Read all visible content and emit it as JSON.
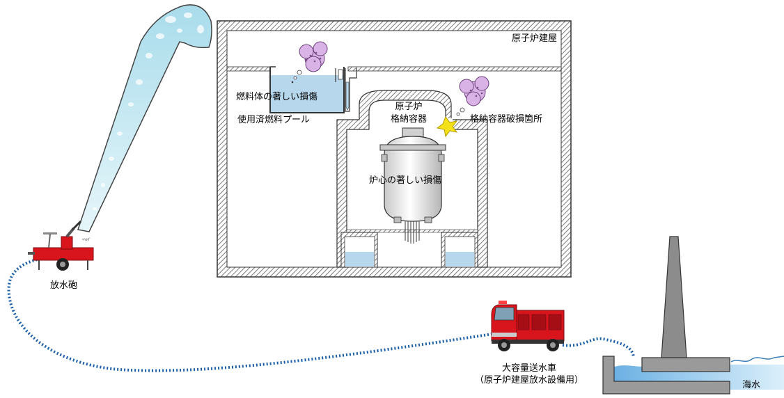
{
  "labels": {
    "reactor_building": "原子炉建屋",
    "fuel_damage": "燃料体の著しい損傷",
    "spent_fuel_pool": "使用済燃料プール",
    "containment_line1": "原子炉",
    "containment_line2": "格納容器",
    "containment_breach": "格納容器破損箇所",
    "core_damage": "炉心の著しい損傷",
    "water_cannon": "放水砲",
    "pump_truck_line1": "大容量送水車",
    "pump_truck_line2": "（原子炉建屋放水設備用）",
    "seawater": "海水"
  },
  "colors": {
    "water_spray": "#bfe6f0",
    "hose": "#1a5fa8",
    "building_hatch": "#808080",
    "smoke": "#d9b3e6",
    "star": "#f5e11a",
    "vehicle_red": "#d8141c",
    "pool_water": "#b7d7ec",
    "sea": "#c9e6f6",
    "chimney": "#8c8c8c"
  },
  "icons": {
    "water_cannon": "trailer-water-cannon-icon",
    "pump_truck": "fire-truck-icon",
    "smoke": "smoke-cloud-icon",
    "breach": "star-burst-icon",
    "pressure_vessel": "reactor-vessel-icon",
    "chimney": "chimney-icon"
  }
}
